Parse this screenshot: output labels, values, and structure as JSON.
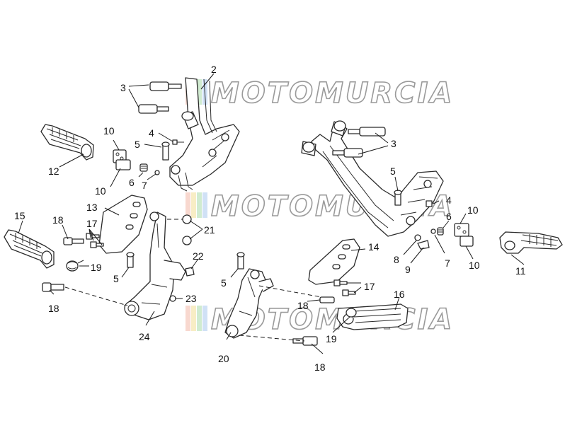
{
  "watermark": {
    "text": "MOTOMURCIA",
    "stripe_colors": [
      "#f2b8a8",
      "#f3df96",
      "#a9dba9",
      "#a9c9ee"
    ]
  },
  "callouts": {
    "c2": "2",
    "c3a": "3",
    "c3b": "3",
    "c4a": "4",
    "c4b": "4",
    "c5a": "5",
    "c5b": "5",
    "c5c": "5",
    "c5d": "5",
    "c6a": "6",
    "c6b": "6",
    "c7a": "7",
    "c7b": "7",
    "c8": "8",
    "c9": "9",
    "c10a": "10",
    "c10b": "10",
    "c10c": "10",
    "c10d": "10",
    "c11": "11",
    "c12": "12",
    "c13": "13",
    "c14": "14",
    "c15": "15",
    "c16": "16",
    "c17a": "17",
    "c17b": "17",
    "c18a": "18",
    "c18b": "18",
    "c18c": "18",
    "c18d": "18",
    "c19a": "19",
    "c19b": "19",
    "c20": "20",
    "c21": "21",
    "c22": "22",
    "c23": "23",
    "c24": "24"
  }
}
